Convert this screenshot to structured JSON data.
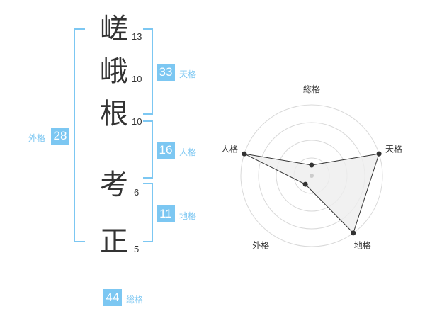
{
  "name_chars": [
    {
      "char": "嵯",
      "strokes": "13"
    },
    {
      "char": "峨",
      "strokes": "10"
    },
    {
      "char": "根",
      "strokes": "10"
    },
    {
      "char": "考",
      "strokes": "6"
    },
    {
      "char": "正",
      "strokes": "5"
    }
  ],
  "scores": {
    "tenkaku": {
      "value": "33",
      "label": "天格"
    },
    "jinkaku": {
      "value": "16",
      "label": "人格"
    },
    "chikaku": {
      "value": "11",
      "label": "地格"
    },
    "gaikaku": {
      "value": "28",
      "label": "外格"
    },
    "soukaku": {
      "value": "44",
      "label": "総格"
    }
  },
  "colors": {
    "accent": "#7cc7f2",
    "text": "#333333",
    "grid": "#d9d9d9",
    "fill": "#eeeeee"
  },
  "chart_data": {
    "type": "radar",
    "axes": [
      "総格",
      "天格",
      "地格",
      "外格",
      "人格"
    ],
    "values": [
      1,
      5,
      5,
      1,
      5
    ],
    "max": 5,
    "rings": 4
  }
}
